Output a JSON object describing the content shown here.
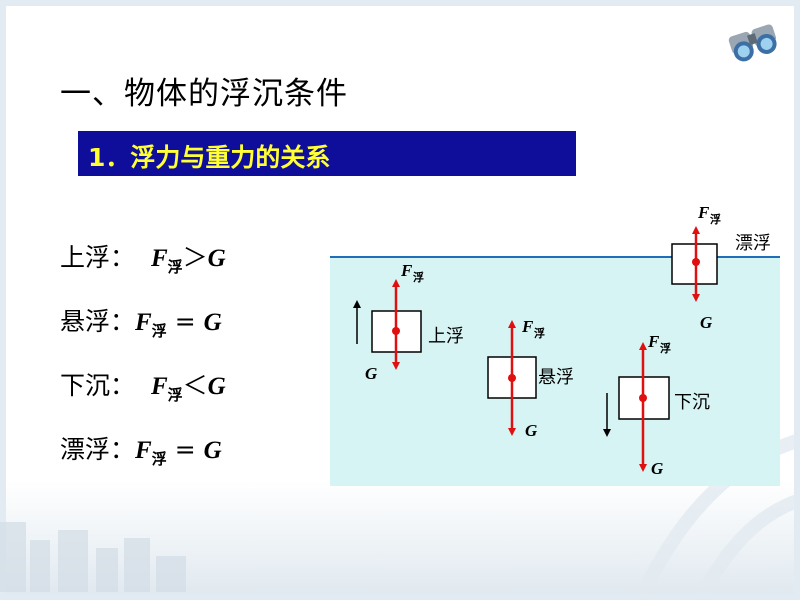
{
  "slide": {
    "title": "一、物体的浮沉条件",
    "section_label": "1．浮力与重力的关系"
  },
  "conditions": [
    {
      "state": "上浮",
      "colon": "：",
      "force": "F",
      "sub": "浮",
      "relation": "＞",
      "weight": "G"
    },
    {
      "state": "悬浮",
      "colon": "：",
      "force": "F",
      "sub": "浮",
      "relation": "=",
      "weight": "G"
    },
    {
      "state": "下沉",
      "colon": "：",
      "force": "F",
      "sub": "浮",
      "relation": "＜",
      "weight": "G"
    },
    {
      "state": "漂浮",
      "colon": "：",
      "force": "F",
      "sub": "浮",
      "relation": "=",
      "weight": "G"
    }
  ],
  "diagram": {
    "force_symbol": "F",
    "force_subscript": "浮",
    "weight_symbol": "G",
    "objects": [
      {
        "state": "漂浮"
      },
      {
        "state": "上浮"
      },
      {
        "state": "悬浮"
      },
      {
        "state": "下沉"
      }
    ]
  },
  "colors": {
    "section_bar": "#0e0e9a",
    "section_text": "#ffff33",
    "water": "#d6f4f4",
    "water_surface": "#1f6fb8",
    "force_arrow": "#e01010"
  },
  "icons": [
    "binoculars-logo-icon"
  ]
}
